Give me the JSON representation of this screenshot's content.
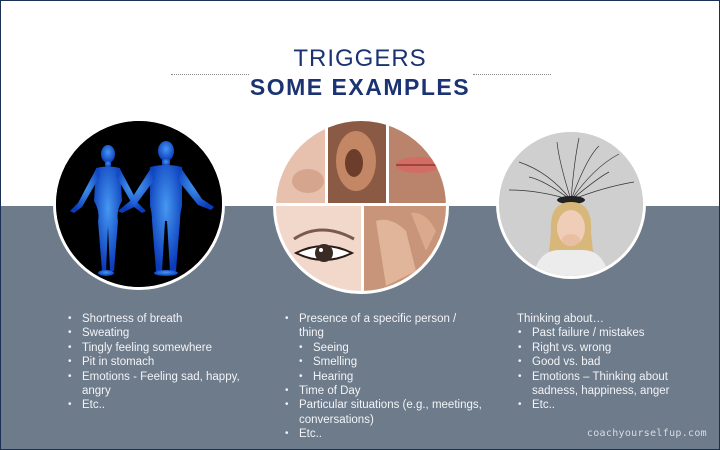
{
  "title": {
    "line1": "TRIGGERS",
    "line2": "SOME EXAMPLES"
  },
  "colors": {
    "title": "#1b3372",
    "band": "#6e7b8b",
    "border": "#1c2f55",
    "list_text": "#f2f4f7"
  },
  "images": [
    {
      "name": "blue-human-bodies-image",
      "description": "Two glowing blue human figures on black background"
    },
    {
      "name": "senses-collage-image",
      "description": "Collage of nose, ear, lips, eye and hands"
    },
    {
      "name": "thinking-woman-image",
      "description": "Anxious woman biting nails with tangled sketches above head"
    }
  ],
  "columns": {
    "physical": {
      "items": [
        "Shortness of breath",
        "Sweating",
        "Tingly feeling somewhere",
        "Pit in stomach",
        "Emotions - Feeling sad, happy, angry",
        "Etc.."
      ]
    },
    "situational": {
      "items": [
        {
          "text": "Presence of a specific person / thing",
          "level": 1
        },
        {
          "text": "Seeing",
          "level": 2
        },
        {
          "text": "Smelling",
          "level": 2
        },
        {
          "text": "Hearing",
          "level": 2
        },
        {
          "text": "Time of Day",
          "level": 1
        },
        {
          "text": "Particular situations (e.g., meetings, conversations)",
          "level": 1
        },
        {
          "text": "Etc..",
          "level": 1
        }
      ]
    },
    "thoughts": {
      "lead": "Thinking about…",
      "items": [
        "Past failure / mistakes",
        "Right vs. wrong",
        "Good vs. bad",
        "Emotions – Thinking about sadness, happiness, anger",
        "Etc.."
      ]
    }
  },
  "credit": "coachyourselfup.com"
}
